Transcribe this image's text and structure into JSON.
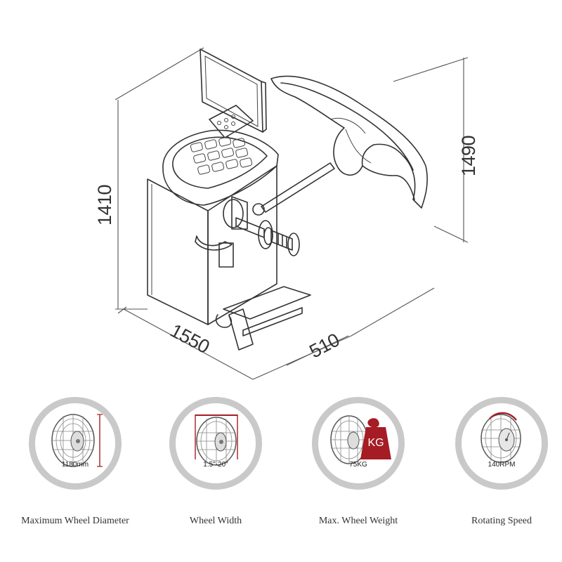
{
  "dimensions": {
    "height_total": "1410",
    "arm_height": "1490",
    "length": "1550",
    "depth": "510"
  },
  "features": [
    {
      "value": "1180mm",
      "caption": "Maximum Wheel Diameter",
      "icon": "tire-diameter-icon"
    },
    {
      "value": "1.5\"-20\"",
      "caption": "Wheel Width",
      "icon": "tire-width-icon"
    },
    {
      "value": "75KG",
      "caption": "Max. Wheel Weight",
      "icon": "tire-weight-icon",
      "badge": "KG"
    },
    {
      "value": "140RPM",
      "caption": "Rotating Speed",
      "icon": "tire-speed-icon"
    }
  ],
  "colors": {
    "accent": "#a51c24",
    "ring": "#c9c9c9"
  }
}
